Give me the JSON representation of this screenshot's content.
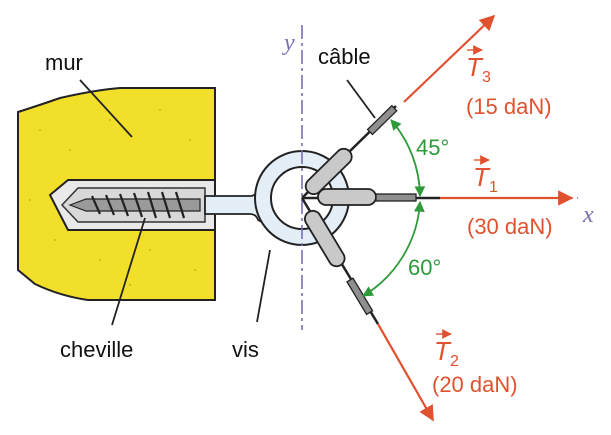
{
  "labels": {
    "mur": "mur",
    "cable": "câble",
    "cheville": "cheville",
    "vis": "vis",
    "axis_x": "x",
    "axis_y": "y"
  },
  "forces": [
    {
      "symbol": "T",
      "subscript": "3",
      "magnitude": "(15 daN)",
      "angle_deg": 45
    },
    {
      "symbol": "T",
      "subscript": "1",
      "magnitude": "(30 daN)",
      "angle_deg": 0
    },
    {
      "symbol": "T",
      "subscript": "2",
      "magnitude": "(20 daN)",
      "angle_deg": -60
    }
  ],
  "angles": {
    "upper": "45°",
    "lower": "60°"
  },
  "colors": {
    "wall": "#f2df2a",
    "force": "#e0522f",
    "angle": "#2e9a3a",
    "axis": "#7a6fb0",
    "ring": "#ffffff",
    "cable_sleeve": "#c9c9c9"
  }
}
